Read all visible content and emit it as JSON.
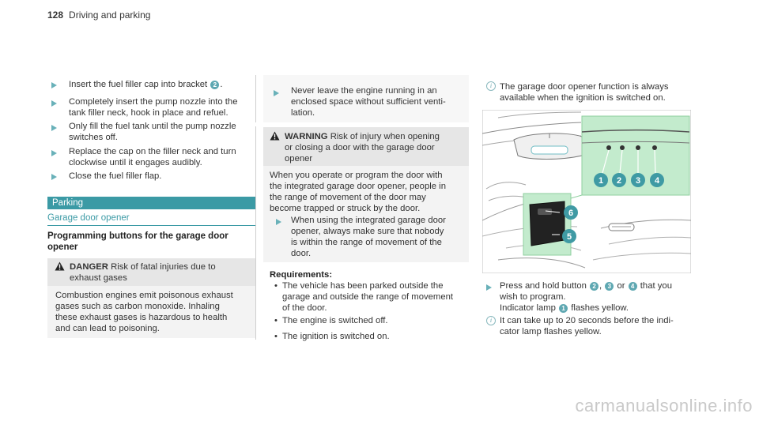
{
  "header": {
    "page_number": "128",
    "title": "Driving and parking"
  },
  "col1": {
    "steps": [
      {
        "parts": [
          "Insert the fuel filler cap into bracket ",
          "2",
          "."
        ]
      },
      {
        "lines": [
          "Completely insert the pump nozzle into the",
          "tank filler neck, hook in place and refuel."
        ]
      },
      {
        "lines": [
          "Only fill the fuel tank until the pump nozzle",
          "switches off."
        ]
      },
      {
        "lines": [
          "Replace the cap on the filler neck and turn",
          "clockwise until it engages audibly."
        ]
      },
      {
        "lines": [
          "Close the fuel filler flap."
        ]
      }
    ],
    "section": "Parking",
    "subsection": "Garage door opener",
    "heading_lines": [
      "Programming buttons for the garage door",
      "opener"
    ],
    "danger": {
      "label": "DANGER",
      "head_lines": [
        "Risk of fatal injuries due to",
        "exhaust gases"
      ],
      "body_lines": [
        "Combustion engines emit poisonous exhaust",
        "gases such as carbon monoxide. Inhaling",
        "these exhaust gases is hazardous to health",
        "and can lead to poisoning."
      ]
    }
  },
  "col2": {
    "cont_lines": [
      "Never leave the engine running in an",
      "enclosed space without sufficient venti-",
      "lation."
    ],
    "warning": {
      "label": "WARNING",
      "head_lines": [
        "Risk of injury when opening",
        "or closing a door with the garage door",
        "opener"
      ],
      "body_lines": [
        "When you operate or program the door with",
        "the integrated garage door opener, people in",
        "the range of movement of the door may",
        "become trapped or struck by the door."
      ],
      "step_lines": [
        "When using the integrated garage door",
        "opener, always make sure that nobody",
        "is within the range of movement of the",
        "door."
      ]
    },
    "requirements_label": "Requirements:",
    "requirements": [
      [
        "The vehicle has been parked outside the",
        "garage and outside the range of movement",
        "of the door."
      ],
      [
        "The engine is switched off."
      ],
      [
        "The ignition is switched on."
      ]
    ]
  },
  "col3": {
    "note1_lines": [
      "The garage door opener function is always",
      "available when the ignition is switched on."
    ],
    "figure_callouts": [
      "1",
      "2",
      "3",
      "4",
      "5",
      "6"
    ],
    "step": {
      "line1_parts": [
        "Press and hold button ",
        "2",
        ", ",
        "3",
        " or ",
        "4",
        " that you"
      ],
      "line2": "wish to program.",
      "line3_parts": [
        "Indicator lamp ",
        "1",
        " flashes yellow."
      ]
    },
    "note2_lines": [
      "It can take up to 20 seconds before the indi-",
      "cator lamp flashes yellow."
    ]
  },
  "colors": {
    "accent": "#3b9aa5",
    "arrow": "#69b1b9",
    "callout_green": "#bfe9c9"
  },
  "icons": {
    "step": "triangle-arrow-icon",
    "info": "info-circle-icon",
    "warning": "warning-triangle-icon"
  },
  "watermark": "carmanualsonline.info"
}
